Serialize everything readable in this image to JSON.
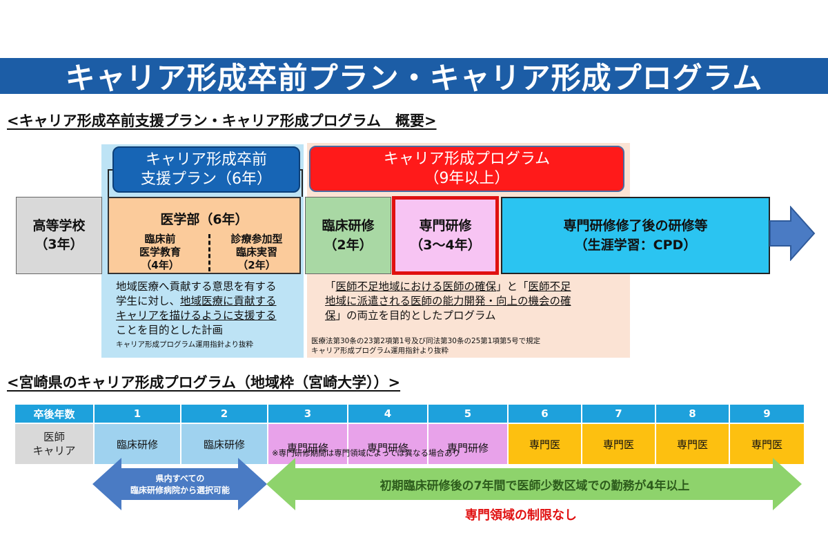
{
  "title": "キャリア形成卒前プラン・キャリア形成プログラム",
  "section1_heading": "<キャリア形成卒前支援プラン・キャリア形成プログラム　概要>",
  "pre_plan": {
    "line1": "キャリア形成卒前",
    "line2": "支援プラン（6年）"
  },
  "program": {
    "line1": "キャリア形成プログラム",
    "line2": "（9年以上）"
  },
  "high_school": {
    "line1": "高等学校",
    "line2": "（3年）"
  },
  "medical_school": {
    "title": "医学部（6年）",
    "left": {
      "line1": "臨床前",
      "line2": "医学教育",
      "line3": "（4年）"
    },
    "right": {
      "line1": "診療参加型",
      "line2": "臨床実習",
      "line3": "（2年）"
    }
  },
  "clinical_training": {
    "line1": "臨床研修",
    "line2": "（2年）"
  },
  "specialist_training": {
    "line1": "専門研修",
    "line2": "（3～4年）"
  },
  "after_training": {
    "line1": "専門研修修了後の研修等",
    "line2": "（生涯学習：CPD）"
  },
  "pre_plan_desc": {
    "line1": "地域医療へ貢献する意思を有する",
    "line2a": "学生に対し、",
    "line2b": "地域医療に貢献する",
    "line3": "キャリアを描けるように支援する",
    "line4": "ことを目的とした計画",
    "source": "キャリア形成プログラム運用指針より抜粋"
  },
  "program_desc": {
    "line1a": "「",
    "line1b": "医師不足地域における医師の確保",
    "line1c": "」と「",
    "line1d": "医師不足",
    "line2": "地域に派遣される医師の能力開発・向上の機会の確",
    "line3a": "保",
    "line3b": "」の両立を目的としたプログラム",
    "note1": "医療法第30条の23第2項第1号及び同法第30条の25第1項第5号で規定",
    "note2": "キャリア形成プログラム運用指針より抜粋"
  },
  "section2_heading": "<宮崎県のキャリア形成プログラム（地域枠（宮崎大学））>",
  "schedule": {
    "header_label": "卒後年数",
    "years": [
      "1",
      "2",
      "3",
      "4",
      "5",
      "6",
      "7",
      "8",
      "9"
    ],
    "row_label_line1": "医師",
    "row_label_line2": "キャリア",
    "cells": [
      "臨床研修",
      "臨床研修",
      "専門研修",
      "専門研修",
      "専門研修",
      "専門医",
      "専門医",
      "専門医",
      "専門医"
    ],
    "specialist_note": "※専門研修期間は専門領域によっては異なる場合あり"
  },
  "left_band": {
    "line1": "県内すべての",
    "line2": "臨床研修病院から選択可能"
  },
  "right_band": "初期臨床研修後の7年間で医師少数区域での勤務が4年以上",
  "no_restriction": "専門領域の制限なし",
  "colors": {
    "banner": "#1c5da6",
    "pre_plan_box": "#1765b5",
    "program_box": "#ff1a1a",
    "high_school": "#d9d9d9",
    "medical_school": "#fbcb9b",
    "clinical": "#a9d8a4",
    "specialist": "#f7c4f3",
    "after": "#2bc4f1",
    "arrow_blue": "#4a7bc4",
    "band_green": "#8ed36c",
    "table_header": "#1ea1dc",
    "cell_specialist_doctor": "#fdc010",
    "emphasis_red": "#e01010"
  }
}
